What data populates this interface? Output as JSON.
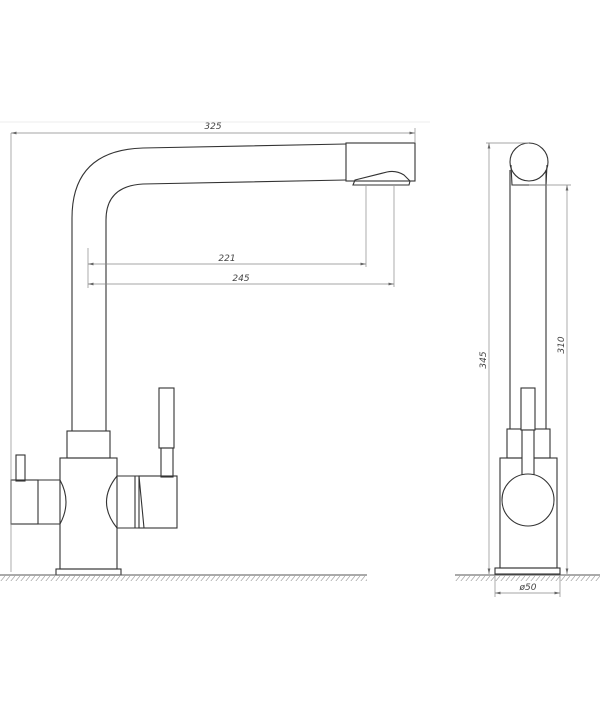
{
  "drawing": {
    "title": "Faucet dimensional drawing",
    "front_view": {
      "dimensions": {
        "overall_width": "325",
        "spout_reach_inner": "221",
        "spout_reach_outer": "245"
      }
    },
    "side_view": {
      "dimensions": {
        "overall_height": "345",
        "spout_height": "310",
        "base_diameter": "ø50"
      }
    }
  }
}
